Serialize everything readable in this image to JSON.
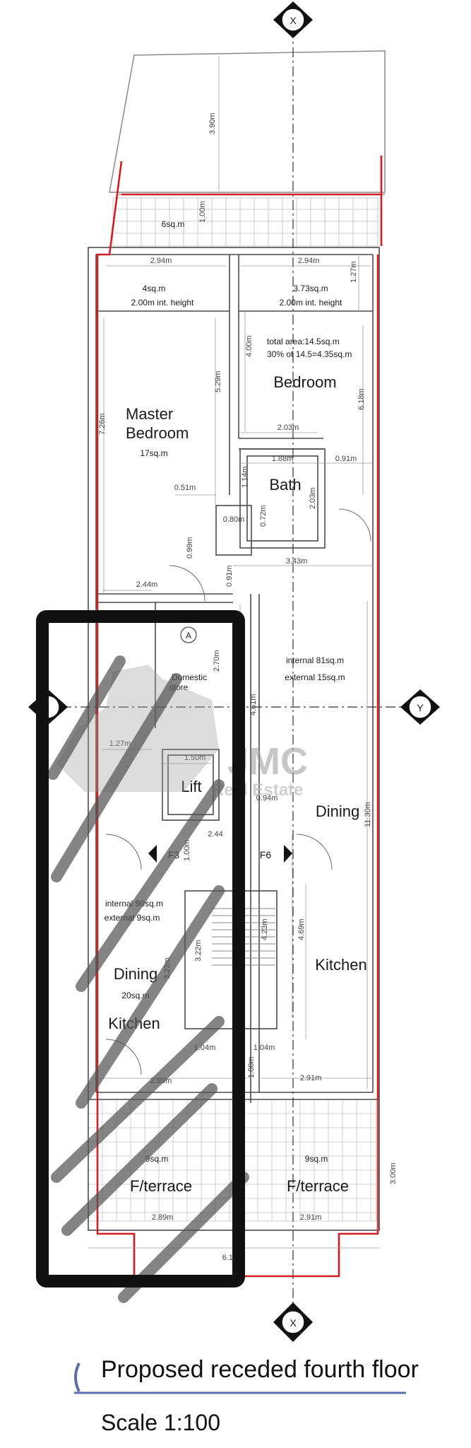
{
  "grid_markers": {
    "x_top": "X",
    "x_bottom": "X",
    "y_right": "Y",
    "a_marker": "A"
  },
  "rooms": {
    "top_terrace_area": "6sq.m",
    "master_wardrobe_area": "4sq.m",
    "master_wardrobe_height": "2.00m int. height",
    "bedroom_wardrobe_area": "3.73sq.m",
    "bedroom_wardrobe_height": "2.00m int. height",
    "total_area": "total area:14.5sq.m",
    "percent_area": "30% of 14.5=4.35sq.m",
    "master_bedroom_1": "Master",
    "master_bedroom_2": "Bedroom",
    "master_bedroom_area": "17sq.m",
    "bedroom": "Bedroom",
    "bath": "Bath",
    "domestic_store_1": "Domestic",
    "domestic_store_2": "store",
    "lift": "Lift",
    "internal_right": "internal 81sq.m",
    "external_right": "external 15sq.m",
    "dining_right": "Dining",
    "kitchen_right": "Kitchen",
    "internal_left": "internal 90sq.m",
    "external_left": "external 9sq.m",
    "dining_left": "Dining",
    "dining_left_area": "20sq.m",
    "kitchen_left": "Kitchen",
    "terrace_left_area": "9sq.m",
    "terrace_left": "F/terrace",
    "terrace_right_area": "9sq.m",
    "terrace_right": "F/terrace",
    "flat_f3": "F3",
    "flat_f6": "F6"
  },
  "dimensions": {
    "d_390": "3.90m",
    "d_100": "1.00m",
    "d_294a": "2.94m",
    "d_294b": "2.94m",
    "d_127a": "1.27m",
    "d_400": "4.00m",
    "d_529": "5.29m",
    "d_618": "6.18m",
    "d_726": "7.26m",
    "d_203a": "2.03m",
    "d_188": "1.88m",
    "d_091": "0.91m",
    "d_051": "0.51m",
    "d_114": "1.14m",
    "d_203b": "2.03m",
    "d_080": "0.80m",
    "d_072": "0.72m",
    "d_099": "0.99m",
    "d_091b": "0.91m",
    "d_244a": "2.44m",
    "d_343": "3.43m",
    "d_270": "2.70m",
    "d_461": "4.61m",
    "d_127b": "1.27m",
    "d_150": "1.50m",
    "d_094": "0.94m",
    "d_1130": "11.30m",
    "d_244b": "2.44",
    "d_100b": "1.00m",
    "d_423": "4.23m",
    "d_469": "4.69m",
    "d_322a": "3.22m",
    "d_322b": "3.22m",
    "d_104a": "1.04m",
    "d_104b": "1.04m",
    "d_108": "1.08m",
    "d_289a": "2.89m",
    "d_291a": "2.91m",
    "d_300": "3.00m",
    "d_289b": "2.89m",
    "d_291b": "2.91m",
    "d_610": "6.10m"
  },
  "watermark": {
    "brand": "JMC",
    "sub": "Real Estate"
  },
  "footer": {
    "title": "Proposed receded fourth floor",
    "scale": "Scale  1:100"
  },
  "colors": {
    "boundary": "#d21d23",
    "line": "#3a3a3a",
    "thin": "#8a8a8a",
    "redaction": "#111111",
    "underline": "#5a6fa8"
  }
}
